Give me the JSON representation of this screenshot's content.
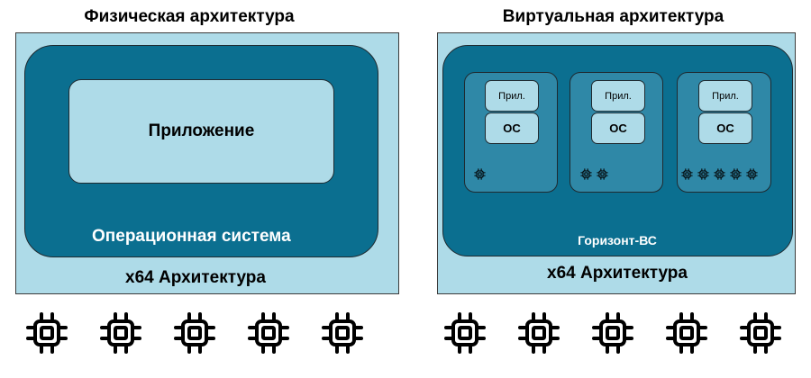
{
  "physical": {
    "title": "Физическая архитектура",
    "application_label": "Приложение",
    "os_label": "Операционная система",
    "arch_label": "x64 Архитектура",
    "cpu_count": 5
  },
  "virtual": {
    "title": "Виртуальная архитектура",
    "vms": [
      {
        "app_label": "Прил.",
        "os_label": "ОС",
        "cpu_count": 1
      },
      {
        "app_label": "Прил.",
        "os_label": "ОС",
        "cpu_count": 2
      },
      {
        "app_label": "Прил.",
        "os_label": "ОС",
        "cpu_count": 5
      }
    ],
    "hypervisor_label": "Горизонт-ВС",
    "arch_label": "x64 Архитектура",
    "cpu_count": 5
  },
  "colors": {
    "arch_bg": "#aedbe8",
    "os_bg": "#0b6f90",
    "vm_bg": "#2f88a7",
    "border": "#1f2a30"
  },
  "icons": {
    "cpu": "cpu-chip-icon"
  }
}
